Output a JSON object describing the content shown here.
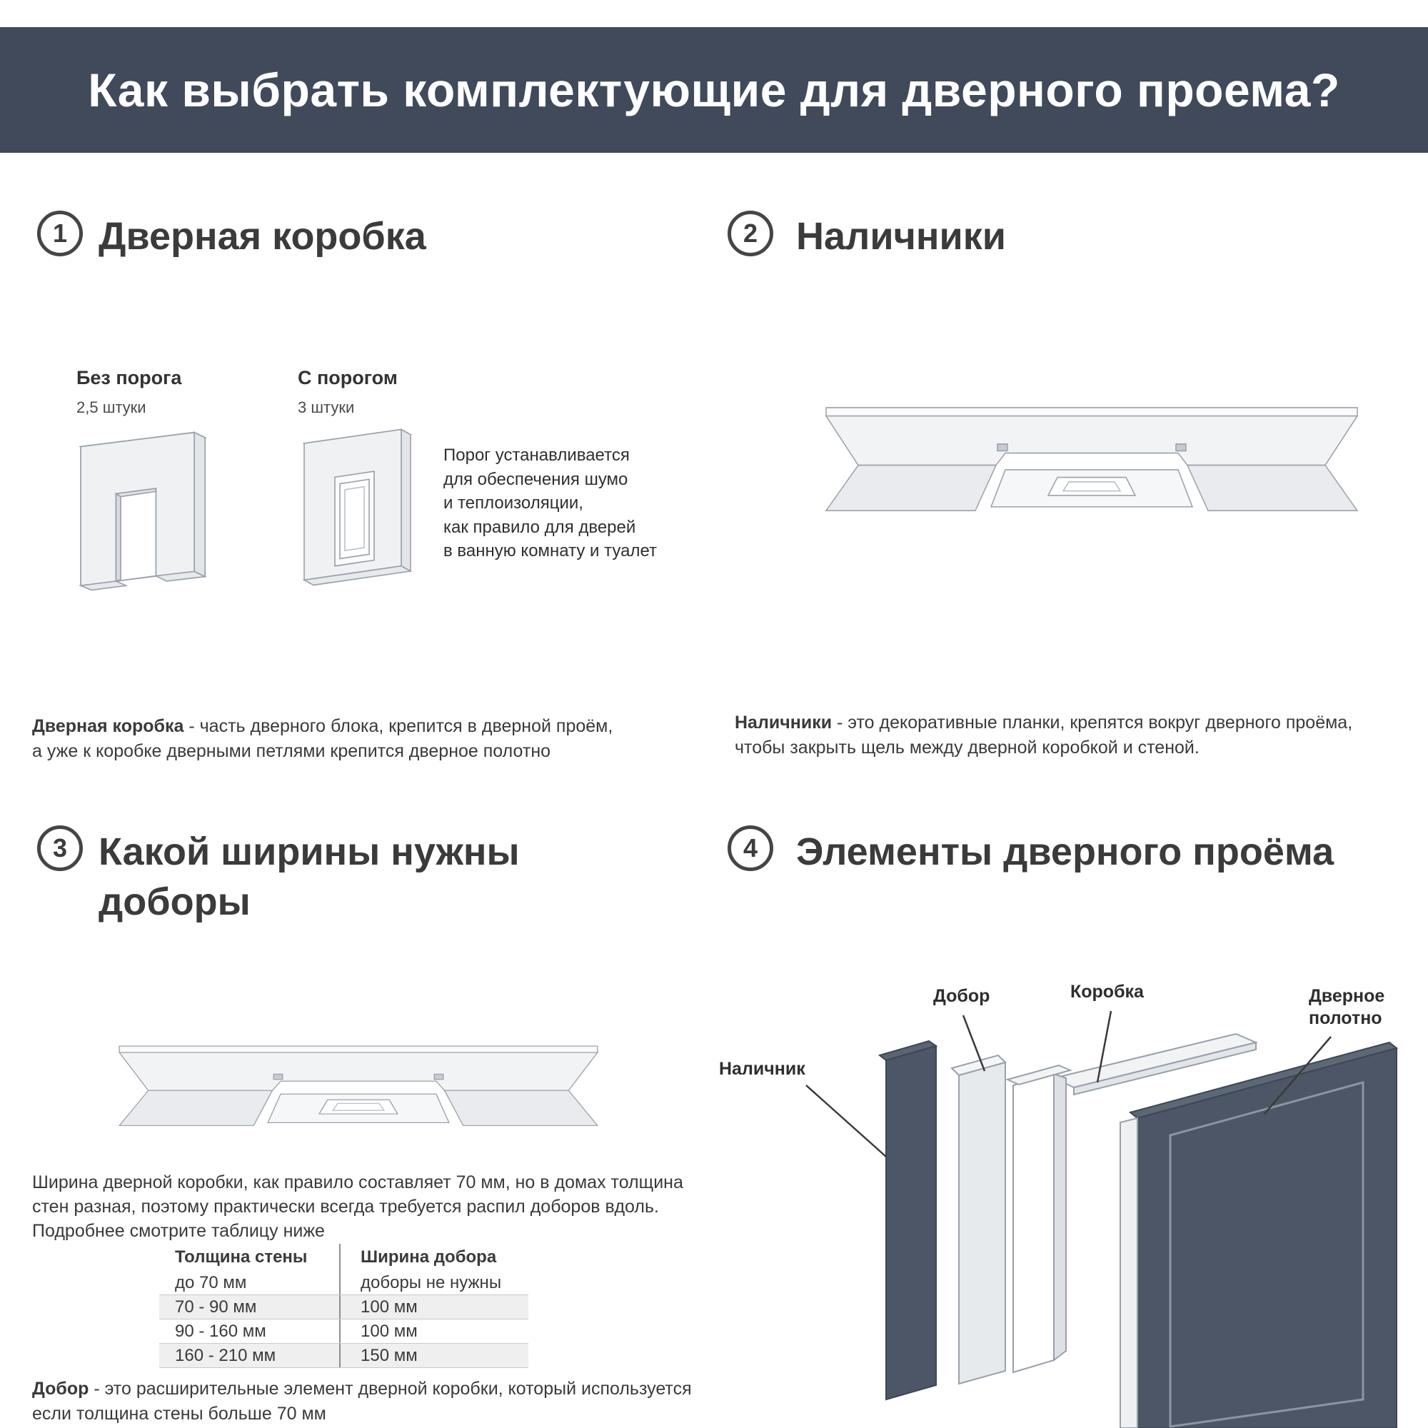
{
  "header": {
    "title": "Как выбрать комплектующие для дверного проема?"
  },
  "colors": {
    "header_bg": "#404a5b",
    "dark_panel": "#4d5666"
  },
  "sections": {
    "s1": {
      "number": "1",
      "title": "Дверная коробка",
      "no_threshold_label": "Без порога",
      "no_threshold_qty": "2,5 штуки",
      "threshold_label": "С порогом",
      "threshold_qty": "3 штуки",
      "note": "Порог устанавливается\nдля обеспечения шумо\nи теплоизоляции,\nкак правило для дверей\nв ванную комнату и туалет",
      "definition_term": "Дверная коробка",
      "definition_text": " - часть дверного блока, крепится в дверной проём,\nа уже к коробке дверными петлями крепится дверное полотно"
    },
    "s2": {
      "number": "2",
      "title": "Наличники",
      "definition_term": "Наличники",
      "definition_text": " - это декоративные планки, крепятся вокруг дверного проёма,\nчтобы закрыть щель между дверной коробкой и стеной."
    },
    "s3": {
      "number": "3",
      "title": "Какой ширины нужны\nдоборы",
      "paragraph": "Ширина дверной коробки, как правило составляет 70 мм, но в домах толщина\nстен разная, поэтому практически всегда требуется распил доборов  вдоль.\nПодробнее смотрите таблицу ниже",
      "table": {
        "headers": [
          "Толщина стены",
          "Ширина добора"
        ],
        "rows": [
          [
            "до 70 мм",
            "доборы не нужны"
          ],
          [
            "70 - 90 мм",
            "100 мм"
          ],
          [
            "90 - 160 мм",
            "100 мм"
          ],
          [
            "160 - 210 мм",
            "150 мм"
          ]
        ]
      },
      "definition_term": "Добор",
      "definition_text": " - это расширительные элемент дверной коробки, который используется\nесли толщина стены больше  70 мм"
    },
    "s4": {
      "number": "4",
      "title": "Элементы дверного проёма",
      "labels": {
        "dobor": "Добор",
        "korobka": "Коробка",
        "polotno": "Дверное\nполотно",
        "nalichnik": "Наличник"
      }
    }
  }
}
